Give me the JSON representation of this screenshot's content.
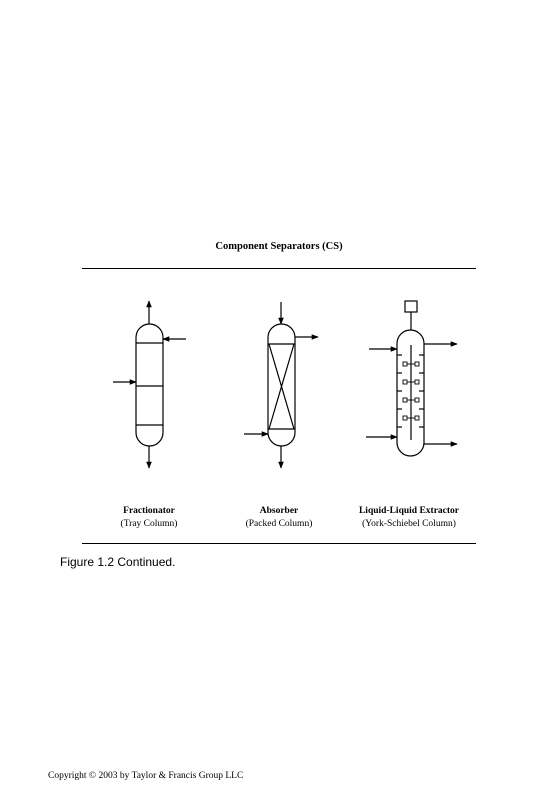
{
  "heading": "Component Separators (CS)",
  "units": [
    {
      "name": "Fractionator",
      "type": "(Tray Column)"
    },
    {
      "name": "Absorber",
      "type": "(Packed Column)"
    },
    {
      "name": "Liquid-Liquid Extractor",
      "type": "(York-Schiebel Column)"
    }
  ],
  "caption": {
    "figure_label": "Figure 1.2",
    "text": " Continued."
  },
  "copyright": "Copyright © 2003 by Taylor & Francis Group LLC"
}
